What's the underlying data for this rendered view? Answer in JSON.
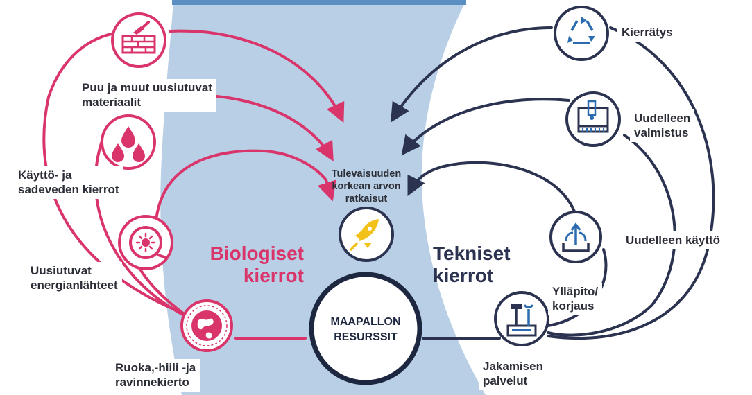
{
  "colors": {
    "biological": "#d9356b",
    "technical": "#2b3350",
    "background_band": "#b8cfe5",
    "rocket": "#f2c21b"
  },
  "center": {
    "future_text": [
      "Tulevaisuuden",
      "korkean arvon",
      "ratkaisut"
    ],
    "earth_text": [
      "MAAPALLON",
      "RESURSSIT"
    ],
    "rocket_icon": "rocket-icon"
  },
  "biological": {
    "title": [
      "Biologiset",
      "kierrot"
    ],
    "items": [
      {
        "label": [
          "Puu ja muut uusiutuvat",
          "materiaalit"
        ],
        "icon": "brick-trowel-icon"
      },
      {
        "label": [
          "Käyttö- ja",
          "sadeveden kierrot"
        ],
        "icon": "water-drops-icon"
      },
      {
        "label": [
          "Uusiutuvat",
          "energianlähteet"
        ],
        "icon": "solar-energy-icon"
      },
      {
        "label": [
          "Ruoka,-hiili -ja",
          "ravinnekierto"
        ],
        "icon": "globe-icon"
      }
    ]
  },
  "technical": {
    "title": [
      "Tekniset",
      "kierrot"
    ],
    "items": [
      {
        "label": [
          "Kierrätys"
        ],
        "icon": "recycle-icon"
      },
      {
        "label": [
          "Uudelleen",
          "valmistus"
        ],
        "icon": "manufacturing-icon"
      },
      {
        "label": [
          "Uudelleen käyttö"
        ],
        "icon": "reuse-icon"
      },
      {
        "label": [
          "Ylläpito/",
          "korjaus"
        ],
        "icon": "repair-tools-icon"
      },
      {
        "label": [
          "Jakamisen",
          "palvelut"
        ],
        "icon": "sharing-icon"
      }
    ]
  }
}
